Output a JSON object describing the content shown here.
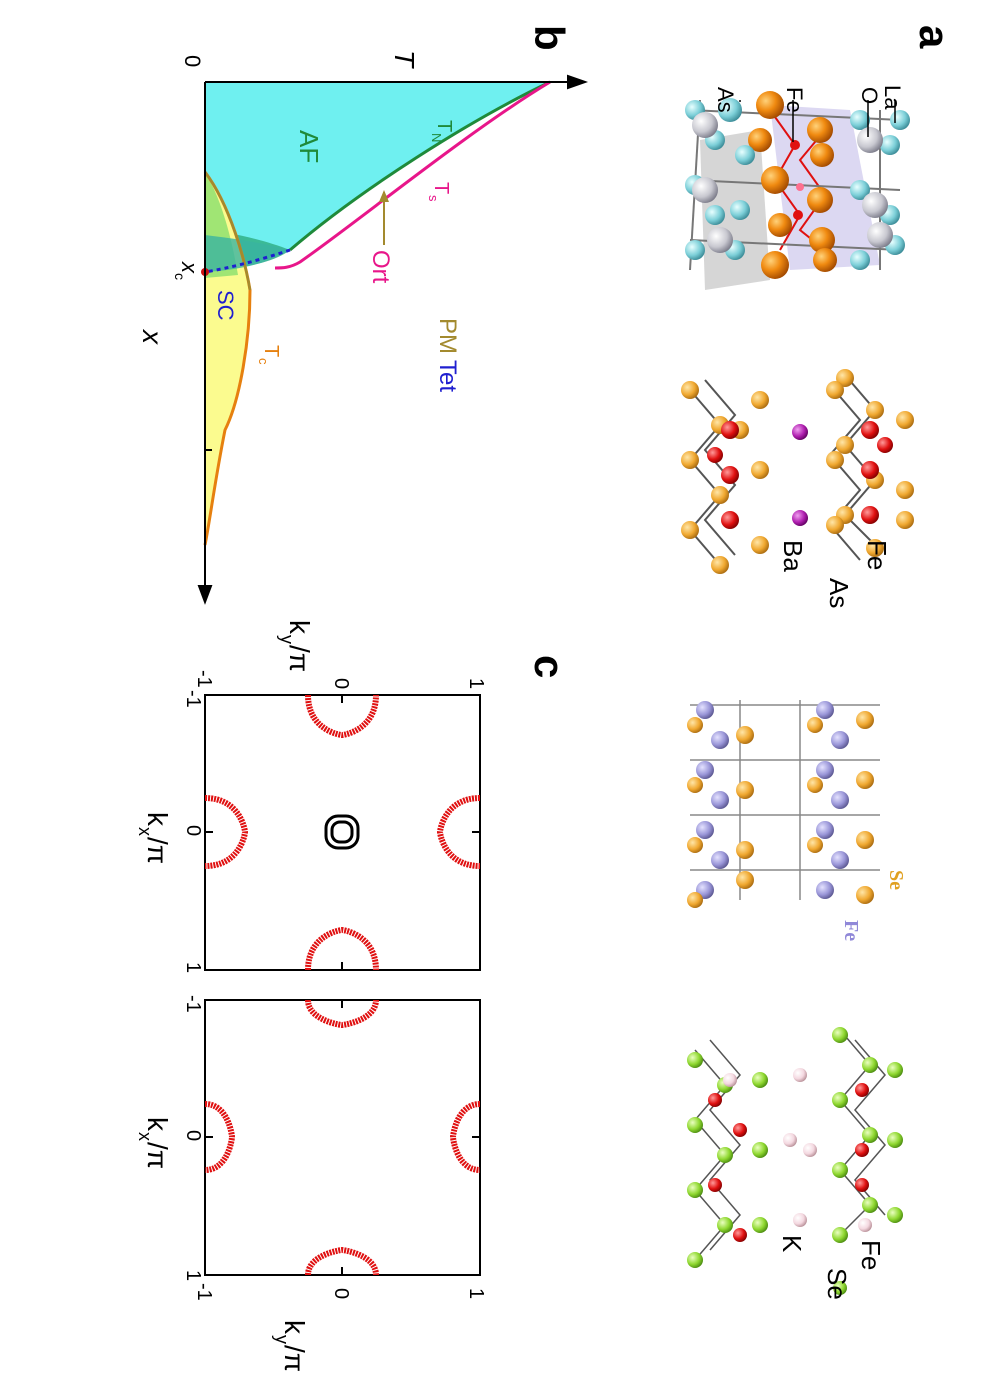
{
  "panels": {
    "a": "a",
    "b": "b",
    "c": "c"
  },
  "crystal_labels": {
    "lafeaso": {
      "la": "La",
      "o": "O",
      "fe": "Fe",
      "as": "As"
    },
    "bafe2as2": {
      "fe": "Fe",
      "as": "As",
      "ba": "Ba"
    },
    "fese": {
      "se": "Se",
      "fe": "Fe"
    },
    "kfe2se2": {
      "fe": "Fe",
      "se": "Se",
      "k": "K"
    }
  },
  "phase_diagram": {
    "y_axis": "T",
    "x_axis": "x",
    "origin": "0",
    "regions": {
      "af": "AF",
      "sc": "SC",
      "pm": "PM",
      "tet": "Tet",
      "ort": "Ort"
    },
    "lines": {
      "tn": "T",
      "tn_sub": "N",
      "ts": "T",
      "ts_sub": "s",
      "tc": "T",
      "tc_sub": "c"
    },
    "xc": "x",
    "xc_sub": "c",
    "colors": {
      "af_fill": "#6ff0f0",
      "sc_fill": "#fbfb8f",
      "tn_line": "#1f8a3a",
      "ts_line": "#e8168a",
      "tc_line": "#e6800f",
      "pm_text": "#a38a2e",
      "tet_text": "#1f1fd0",
      "sc_text": "#1f1fd0",
      "af_text": "#1f8a3a"
    }
  },
  "fermi_surface": {
    "left": {
      "ylabel": "k",
      "ylabel_sub": "y",
      "ylabel_tail": "/π",
      "xlabel": "k",
      "xlabel_sub": "x",
      "xlabel_tail": "/π",
      "ticks": [
        "-1",
        "0",
        "1"
      ]
    },
    "right": {
      "ylabel": "k",
      "ylabel_sub": "y",
      "ylabel_tail": "/π",
      "xlabel": "k",
      "xlabel_sub": "x",
      "xlabel_tail": "/π",
      "ticks": [
        "-1",
        "0",
        "1"
      ]
    },
    "colors": {
      "electron_pocket": "#e01010",
      "hole_pocket": "#000000"
    }
  }
}
